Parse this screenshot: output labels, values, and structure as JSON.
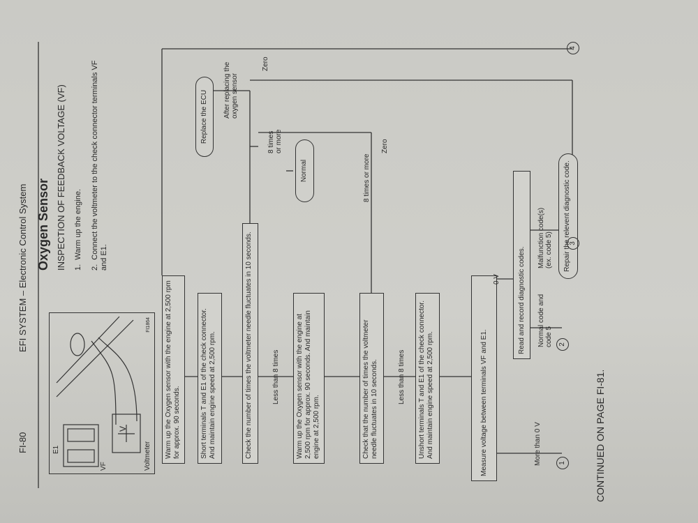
{
  "header": {
    "page_number": "FI-80",
    "section": "EFI SYSTEM – Electronic Control System"
  },
  "figure": {
    "labels": {
      "e1": "E1",
      "vf": "VF",
      "v": "V",
      "voltmeter": "Voltmeter",
      "fig_code": "FI1864"
    }
  },
  "title": "Oxygen Sensor",
  "subtitle": "INSPECTION OF FEEDBACK VOLTAGE (VF)",
  "steps": [
    {
      "num": "1.",
      "text": "Warm up the engine."
    },
    {
      "num": "2.",
      "text": "Connect the voltmeter to the check connector terminals VF and E1."
    }
  ],
  "flow": {
    "warmup1": "Warm up the Oxygen sensor with the engine at 2,500 rpm for approx. 90 seconds.",
    "short1": "Short terminals T and E1 of the check connector. And maintain engine speed at 2,500 rpm.",
    "check1": "Check the number of times the voltmeter needle fluctuates in 10 seconds.",
    "less8_a": "Less than 8 times",
    "warmup2": "Warm up the Oxygen sensor with the engine at 2,500 rpm for approx. 90 seconds. And maintain engine at 2,500 rpm.",
    "check2": "Check that the number of times the voltmeter needle fluctuates in 10 seconds.",
    "less8_b": "Less than 8 times",
    "unshort": "Unshort terminals T and E1 of the check connector. And maintain engine speed at 2,500 rpm.",
    "measure": "Measure voltage between terminals VF and E1.",
    "more0v": "More than 0 V",
    "zero_v": "0 V",
    "read_codes": "Read and record diagnostic codes.",
    "normal_code": "Normal code and code 5",
    "malfunction": "Malfunction code(s) (ex. code 5)",
    "repair": "Repair the relevent diagnostic code.",
    "eight_more_a": "8 times or more",
    "zero_a": "Zero",
    "eight_more_b": "8 times or more",
    "normal": "Normal",
    "replace_ecu": "Replace the ECU",
    "after_replacing": "After replacing the oxygen sensor",
    "zero_b": "Zero",
    "c1": "1",
    "c2": "2",
    "c3": "3",
    "c4": "4"
  },
  "footer": "CONTINUED ON PAGE FI-81."
}
